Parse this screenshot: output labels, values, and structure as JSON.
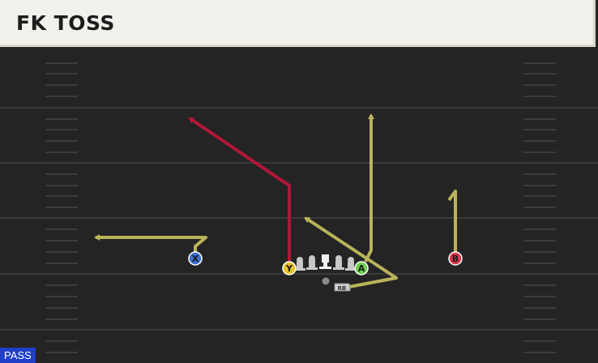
{
  "play": {
    "title": "FK TOSS",
    "play_type": "PASS"
  },
  "colors": {
    "field": "#242424",
    "yard_line": "#3a3a3a",
    "hash": "#3c3c3c",
    "route_yellow": "#b9b35a",
    "route_red": "#b3163a",
    "player_x": "#3d6fd8",
    "player_y": "#e8c22a",
    "player_a": "#6fcf4f",
    "player_b": "#e0334a",
    "lineman": "#c8c8c8"
  },
  "players": [
    {
      "id": "x",
      "label": "X",
      "color_key": "player_x",
      "route_color": "route_yellow"
    },
    {
      "id": "y",
      "label": "Y",
      "color_key": "player_y",
      "route_color": "route_red"
    },
    {
      "id": "a",
      "label": "A",
      "color_key": "player_a",
      "route_color": "route_yellow"
    },
    {
      "id": "b",
      "label": "B",
      "color_key": "player_b",
      "route_color": "route_yellow"
    },
    {
      "id": "rb",
      "label": "RB",
      "color_key": "lineman",
      "route_color": "route_yellow"
    }
  ]
}
